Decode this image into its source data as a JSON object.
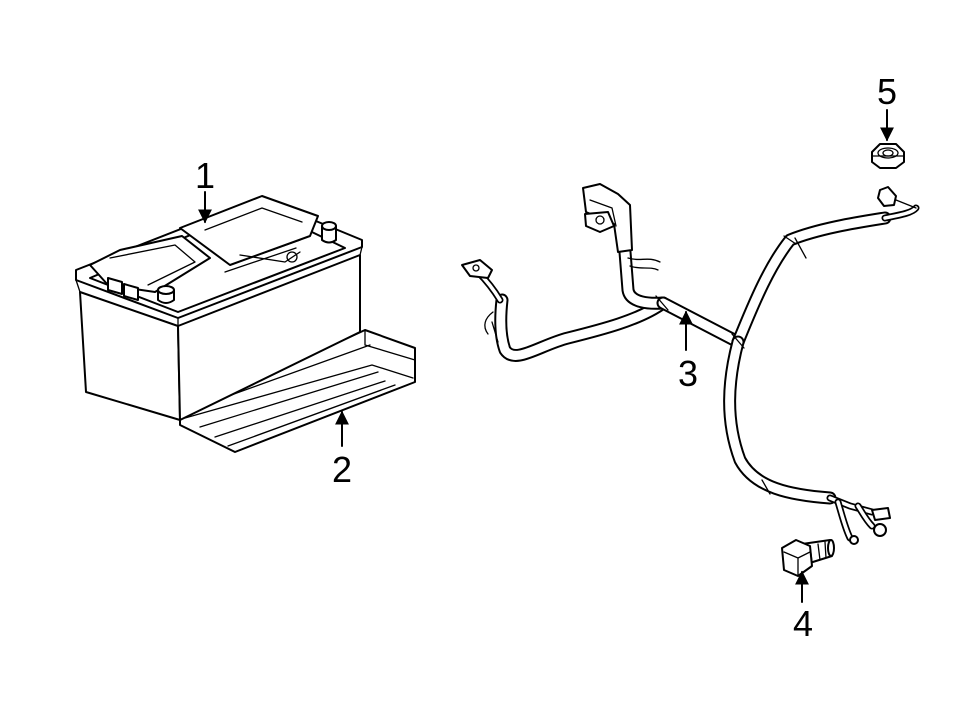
{
  "callouts": [
    {
      "id": "1",
      "label": "1",
      "part": "battery"
    },
    {
      "id": "2",
      "label": "2",
      "part": "tray"
    },
    {
      "id": "3",
      "label": "3",
      "part": "cable"
    },
    {
      "id": "4",
      "label": "4",
      "part": "bolt"
    },
    {
      "id": "5",
      "label": "5",
      "part": "nut"
    }
  ],
  "colors": {
    "line": "#000000",
    "background": "#ffffff"
  }
}
